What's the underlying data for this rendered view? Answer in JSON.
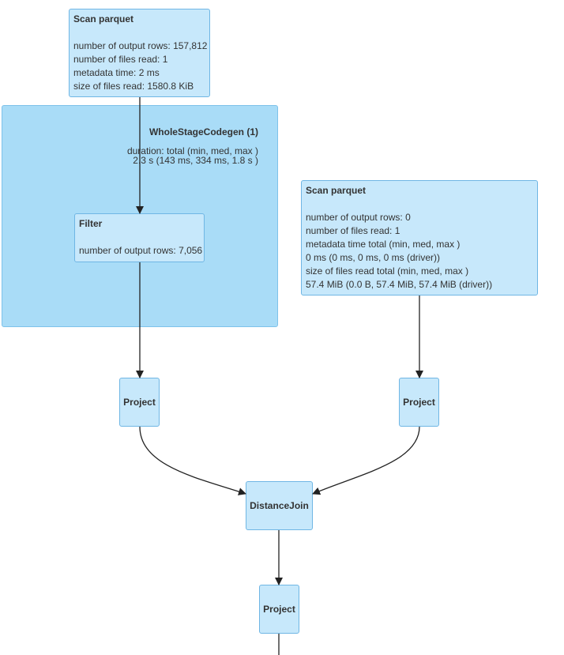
{
  "cluster": {
    "title": "WholeStageCodegen (1)",
    "metric_label": "duration: total (min, med, max )",
    "metric_value": "2.3 s (143 ms, 334 ms, 1.8 s )"
  },
  "nodes": {
    "scan_left": {
      "title": "Scan parquet",
      "lines": [
        "number of output rows: 157,812",
        "number of files read: 1",
        "metadata time: 2 ms",
        "size of files read: 1580.8 KiB"
      ]
    },
    "filter": {
      "title": "Filter",
      "lines": [
        "number of output rows: 7,056"
      ]
    },
    "scan_right": {
      "title": "Scan parquet",
      "lines": [
        "number of output rows: 0",
        "number of files read: 1",
        "metadata time total (min, med, max )",
        "0 ms (0 ms, 0 ms, 0 ms (driver))",
        "size of files read total (min, med, max )",
        "57.4 MiB (0.0 B, 57.4 MiB, 57.4 MiB (driver))"
      ]
    },
    "project_left": {
      "title": "Project"
    },
    "project_right": {
      "title": "Project"
    },
    "distance_join": {
      "title": "DistanceJoin"
    },
    "project_bottom": {
      "title": "Project"
    }
  },
  "colors": {
    "node_fill": "#c7e8fb",
    "node_border": "#6fb6e4",
    "cluster_fill": "#a9dcf7",
    "edge": "#222222"
  }
}
